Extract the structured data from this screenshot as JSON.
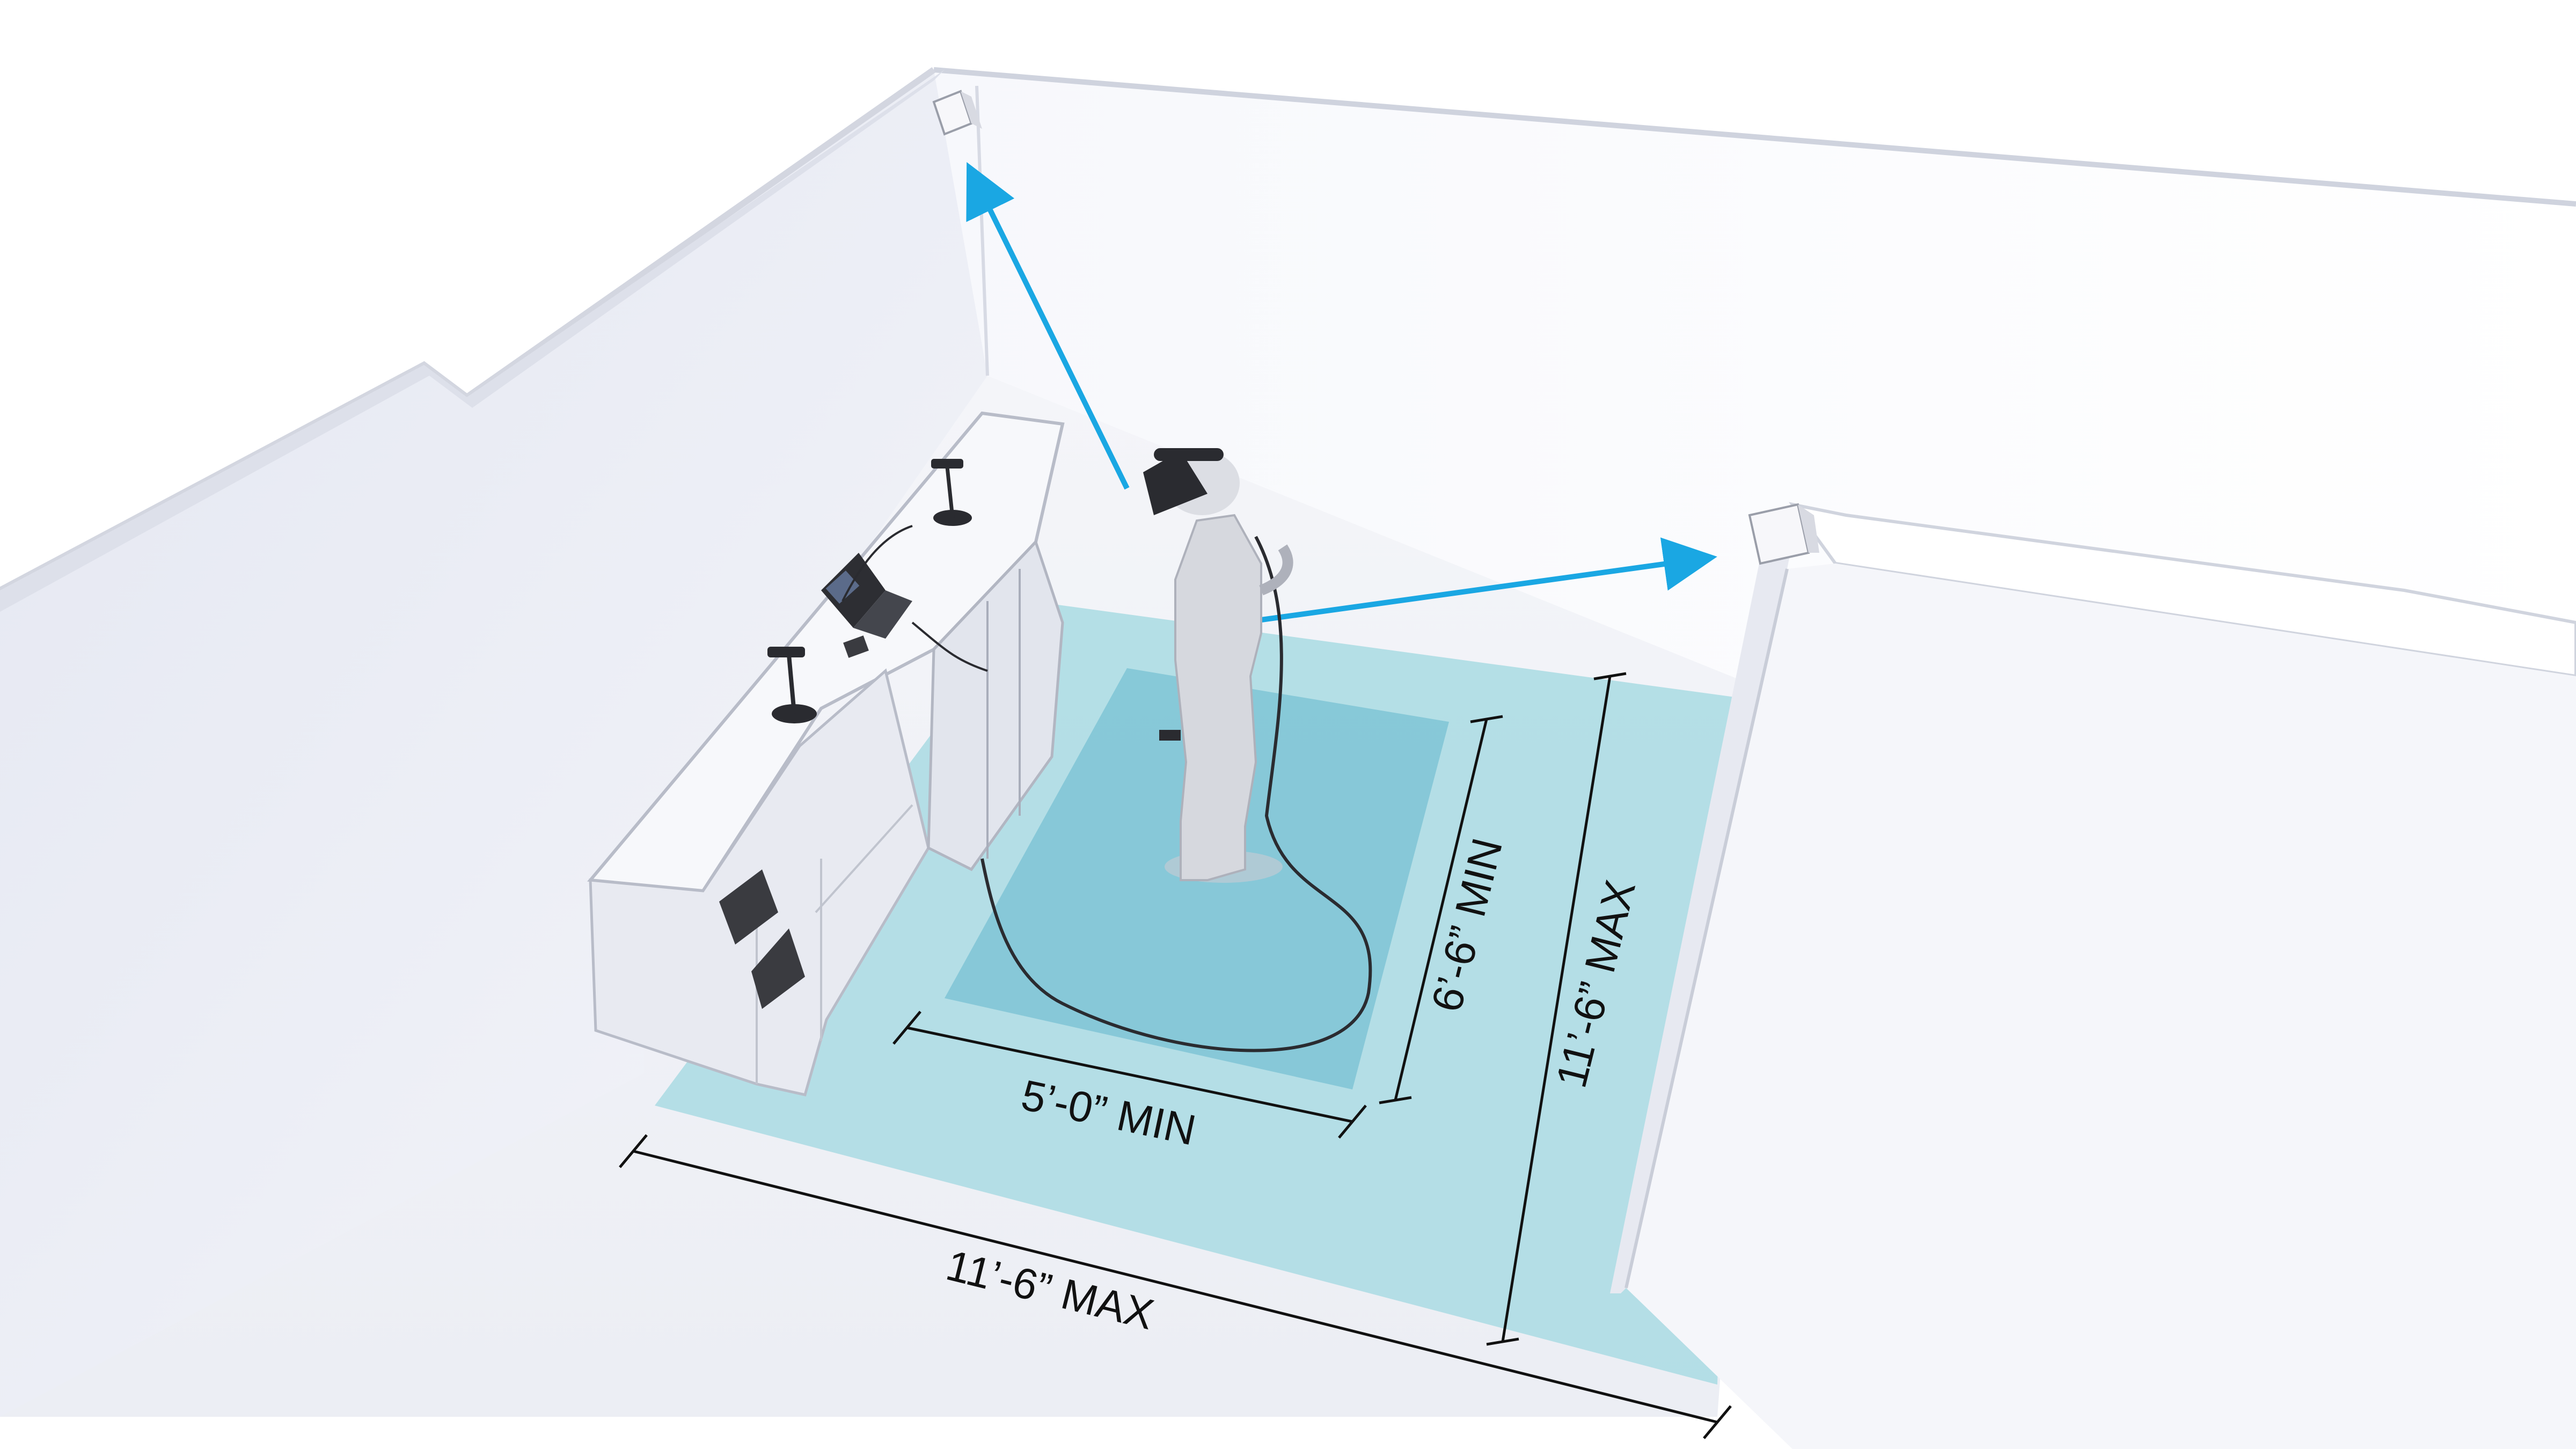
{
  "dimensions": {
    "play_width_min": "5’-0” MIN",
    "play_depth_min": "6’-6” MIN",
    "room_width_max": "11’-6” MAX",
    "room_depth_max": "11’-6” MAX"
  },
  "colors": {
    "floor_zone": "#a9dae3",
    "play_zone": "#74bfd2",
    "tracking_arrow": "#1aa7e3",
    "wall": "#eceef5",
    "dimension_line": "#111111"
  },
  "icons": [
    "base-station-icon",
    "vr-user-figure",
    "laptop-icon",
    "sensor-stand-icon"
  ]
}
